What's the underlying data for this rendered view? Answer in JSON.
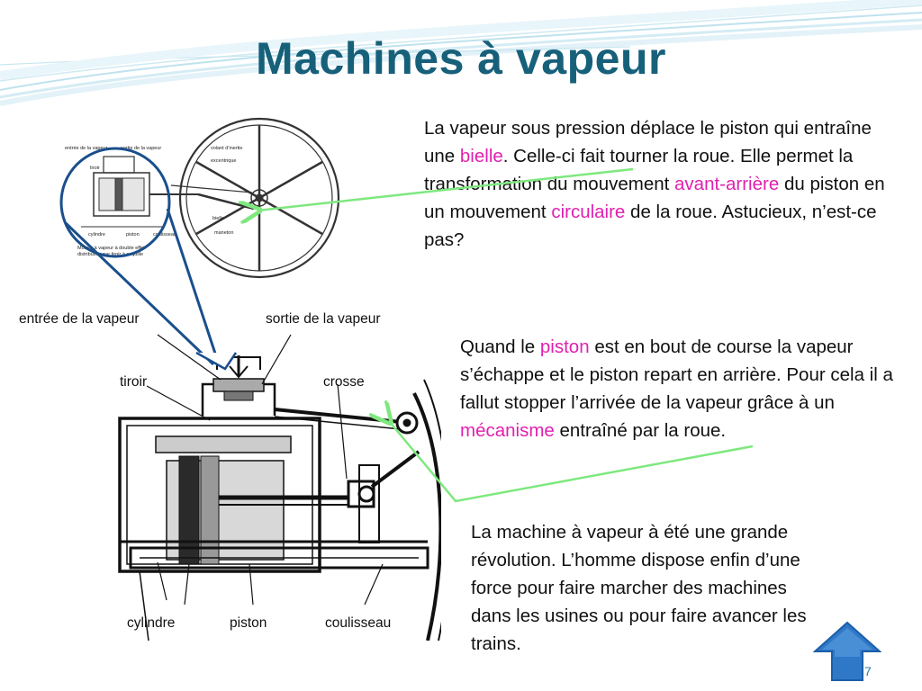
{
  "title": "Machines à vapeur",
  "paragraph1": [
    {
      "text": "La vapeur sous pression déplace le piston qui entraîne une ",
      "hl": false
    },
    {
      "text": "bielle",
      "hl": true
    },
    {
      "text": ". Celle-ci fait tourner la roue. Elle permet la transformation du mouvement ",
      "hl": false
    },
    {
      "text": "avant-arrière",
      "hl": true
    },
    {
      "text": " du piston en un mouvement ",
      "hl": false
    },
    {
      "text": "circulaire",
      "hl": true
    },
    {
      "text": " de la roue. Astucieux, n’est-ce pas?",
      "hl": false
    }
  ],
  "paragraph2": [
    {
      "text": "Quand le ",
      "hl": false
    },
    {
      "text": "piston",
      "hl": true
    },
    {
      "text": " est en bout de course la vapeur s’échappe et le piston repart en arrière. Pour cela il a fallut stopper l’arrivée de la vapeur grâce à un ",
      "hl": false
    },
    {
      "text": "mécanisme",
      "hl": true
    },
    {
      "text": " entraîné par la roue.",
      "hl": false
    }
  ],
  "paragraph3": "La machine à vapeur à été une grande révolution. L’homme dispose enfin d’une force pour faire marcher des machines dans les usines ou pour faire avancer les trains.",
  "small_diagram_labels": {
    "entree": "entrée de la vapeur",
    "sortie": "sortie de la vapeur",
    "tiroir": "tiroir",
    "cylindre": "cylindre",
    "piston": "piston",
    "coulisseau": "coulisseau",
    "volant": "volant d’inertie",
    "excentrique": "excentrique",
    "bielle": "bielle",
    "maneton": "maneton",
    "caption_line1": "Moteur à vapeur à double effet",
    "caption_line2": "distribution par tiroir à coquille"
  },
  "large_diagram_labels": {
    "entree": "entrée de la vapeur",
    "sortie": "sortie de la vapeur",
    "tiroir": "tiroir",
    "crosse": "crosse",
    "cylindre": "cylindre",
    "piston": "piston",
    "coulisseau": "coulisseau"
  },
  "slide_number": "7",
  "nav_button_icon": "up-arrow-icon",
  "colors": {
    "title": "#17607a",
    "highlight": "#e020b0",
    "magnifier": "#1a4f8c",
    "callout_line": "#7ee87e",
    "nav_button": "#2f78c8"
  }
}
